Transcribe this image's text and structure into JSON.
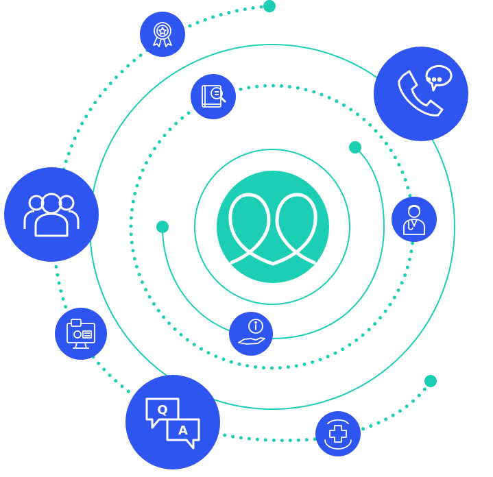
{
  "colors": {
    "teal": "#1ccfb4",
    "blue": "#2f55f0",
    "background": "#ffffff",
    "icon_stroke": "#ffffff"
  },
  "center": {
    "icon": "heart-loop-logo-icon"
  },
  "nodes": [
    {
      "id": "award",
      "icon": "award-ribbon-icon"
    },
    {
      "id": "phone-chat",
      "icon": "phone-chat-icon"
    },
    {
      "id": "research",
      "icon": "book-search-icon"
    },
    {
      "id": "group",
      "icon": "group-people-icon"
    },
    {
      "id": "doctor",
      "icon": "doctor-icon"
    },
    {
      "id": "online-consult",
      "icon": "computer-consult-icon"
    },
    {
      "id": "information",
      "icon": "info-hand-icon"
    },
    {
      "id": "qa",
      "icon": "qa-bubbles-icon",
      "labels": [
        "Q",
        "A"
      ]
    },
    {
      "id": "care",
      "icon": "hands-medical-cross-icon"
    }
  ]
}
